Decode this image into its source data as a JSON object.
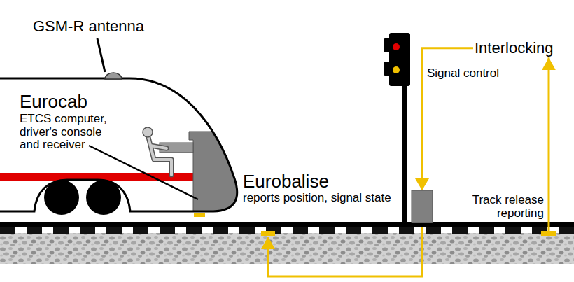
{
  "diagram": {
    "nodes": [
      {
        "text": [
          "Eurocab",
          "ETCS computer, driver's console and receiver"
        ]
      },
      {
        "text": [
          "Eurobalise",
          "reports position, signal state"
        ]
      },
      {
        "text": [
          "Interlocking"
        ]
      },
      {
        "text": [
          "Track release reporting"
        ]
      }
    ],
    "edges": [
      {
        "from": 2,
        "to": 1,
        "arrow": "to",
        "label": "Signal control"
      },
      {
        "from": 3,
        "to": 2,
        "arrow": "to"
      }
    ],
    "labels": [
      "GSM-R antenna"
    ]
  }
}
